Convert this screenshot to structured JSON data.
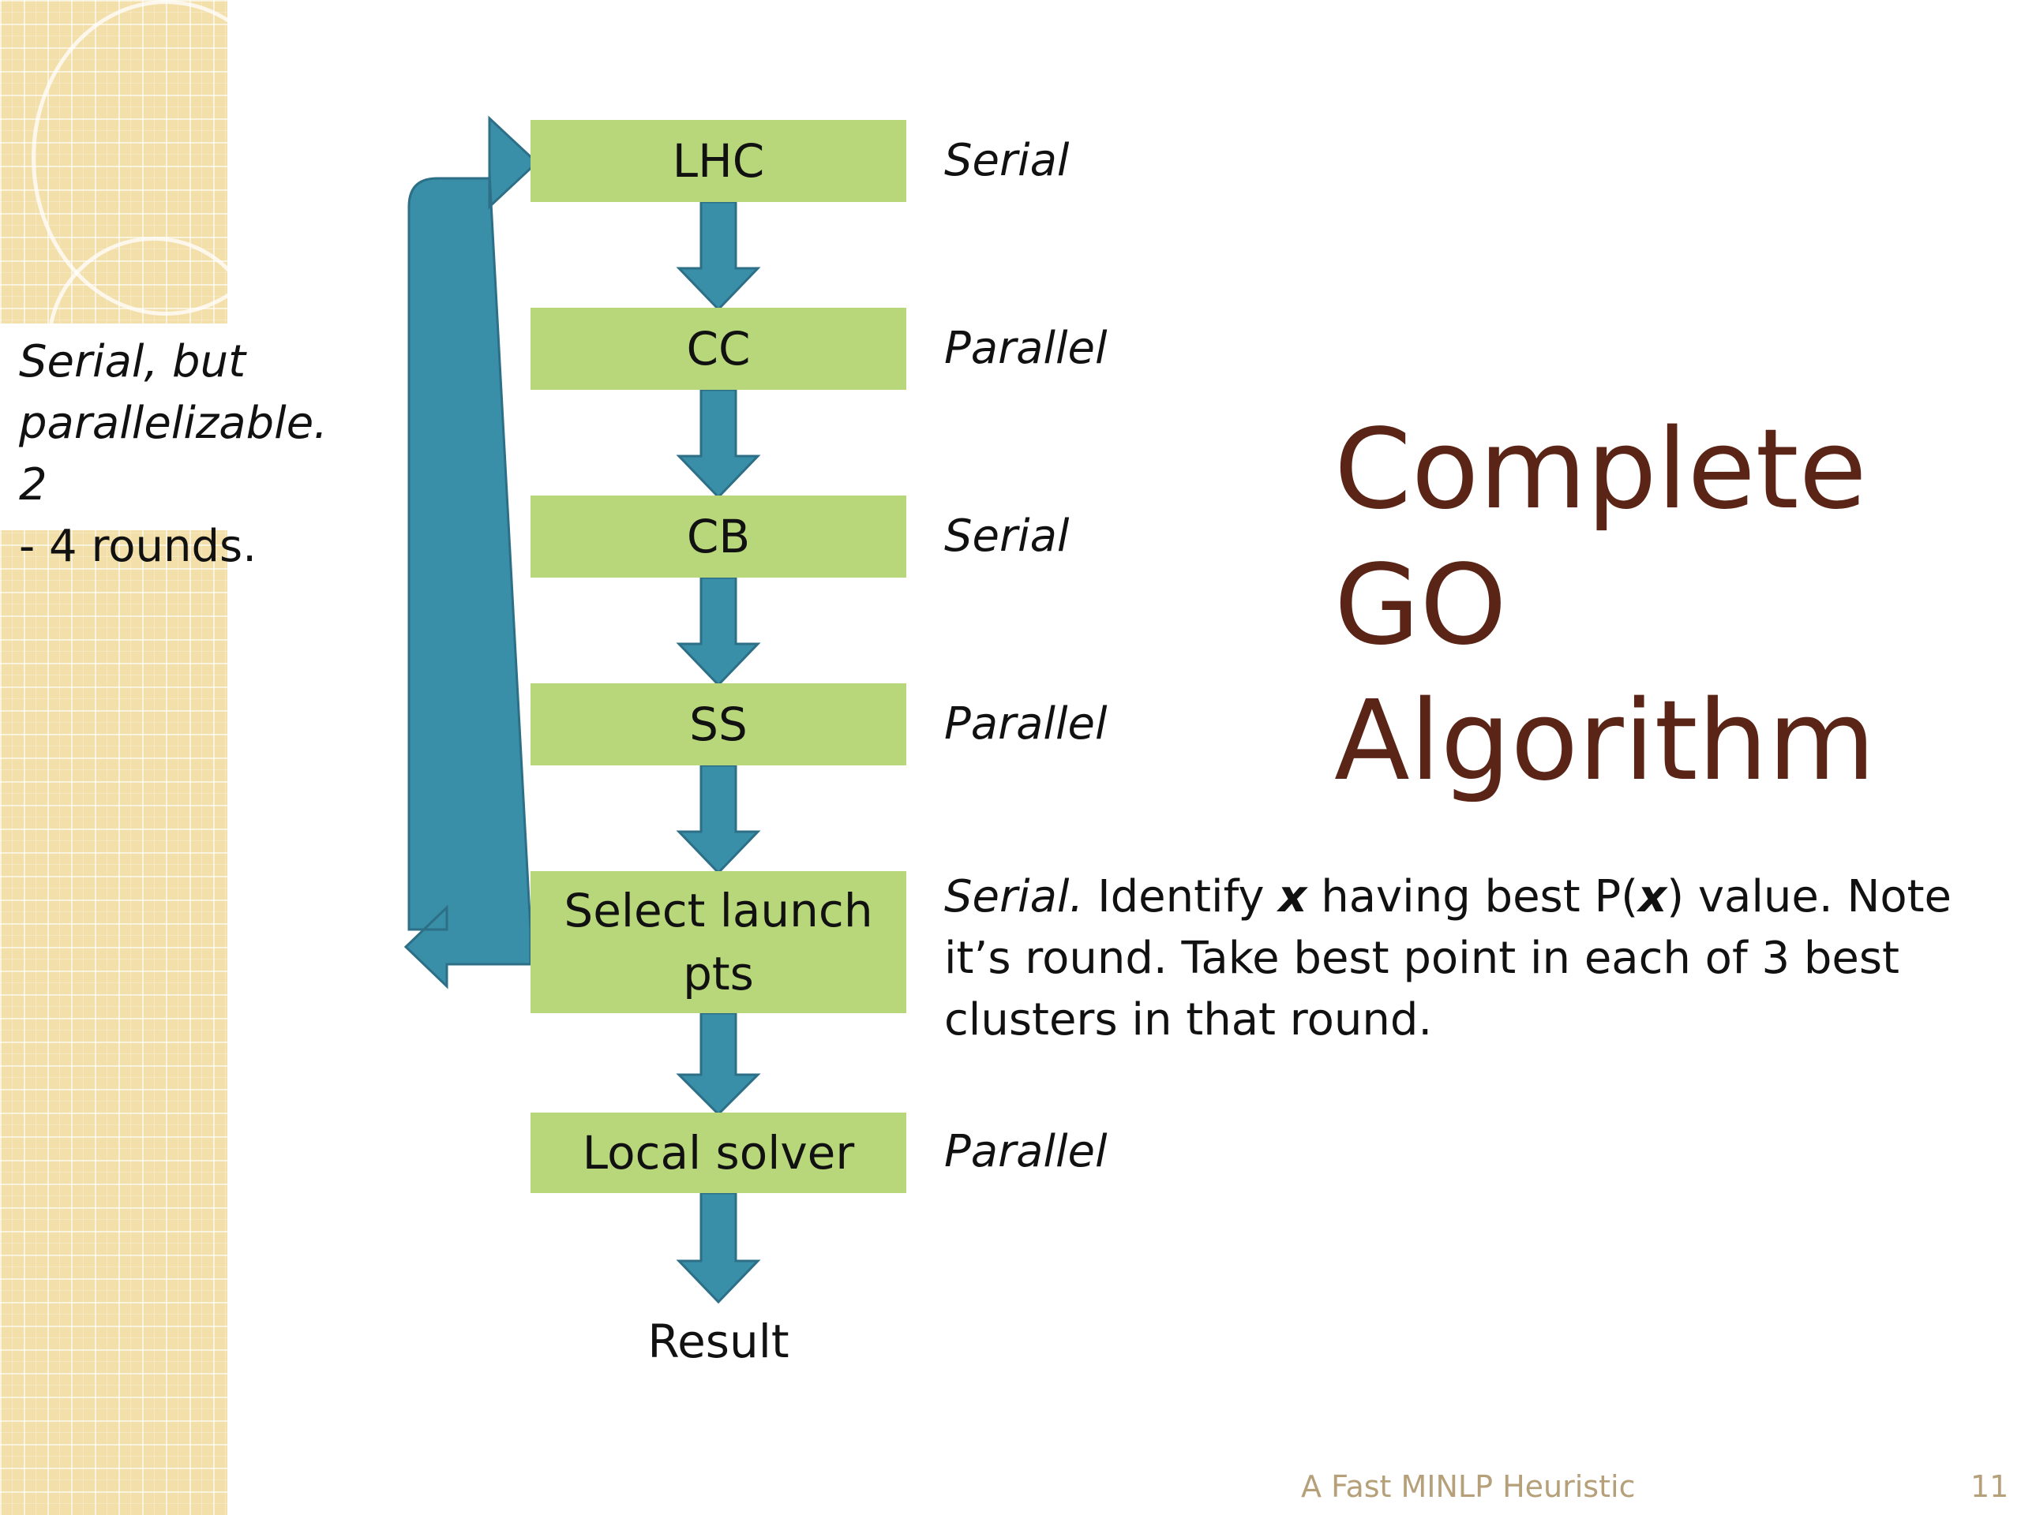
{
  "slide": {
    "title_lines": [
      "Complete",
      "GO Algorithm"
    ],
    "footer_title": "A Fast MINLP Heuristic",
    "page_number": "11"
  },
  "side_note": {
    "line1": "Serial, but",
    "line2": "parallelizable. 2",
    "line3": "- 4 rounds."
  },
  "steps": [
    {
      "name": "LHC",
      "mode": "Serial"
    },
    {
      "name": "CC",
      "mode": "Parallel"
    },
    {
      "name": "CB",
      "mode": "Serial"
    },
    {
      "name": "SS",
      "mode": "Parallel"
    },
    {
      "name_line1": "Select launch",
      "name_line2": "pts"
    },
    {
      "name": "Local solver",
      "mode": "Parallel"
    }
  ],
  "select_note": {
    "mode": "Serial.",
    "part1": "Identify ",
    "var1": "x",
    "part2": " having best P(",
    "var2": "x",
    "part3": ") value.  Note it’s round.  Take best point in each of 3 best clusters in that round."
  },
  "result_label": "Result",
  "colors": {
    "box_fill": "#b8d67a",
    "arrow_fill": "#3a8fa8",
    "arrow_stroke": "#2c6f86",
    "title": "#5a2516",
    "footer": "#b5a07a",
    "sidebar": "#f2dfaa"
  }
}
